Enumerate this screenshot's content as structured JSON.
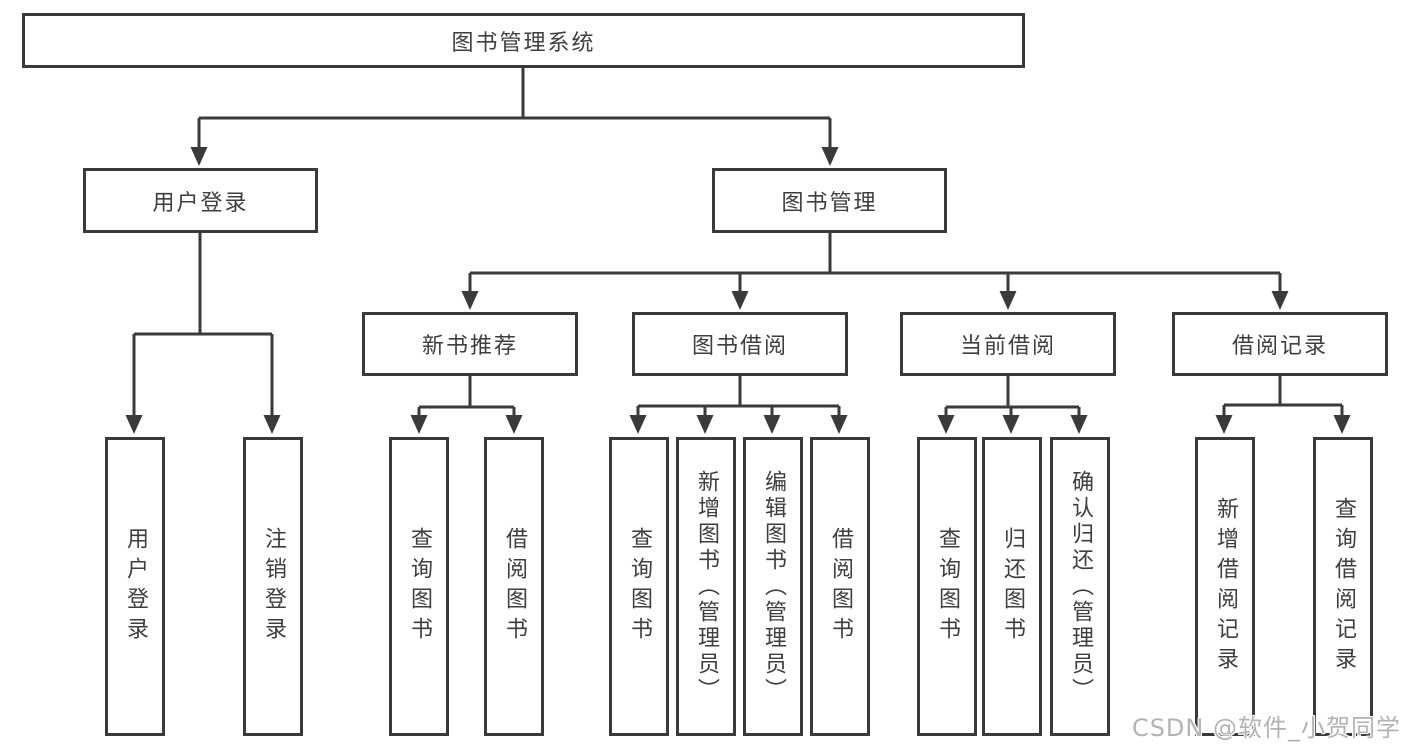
{
  "tree": {
    "label": "图书管理系统",
    "children": [
      {
        "label": "用户登录",
        "children": [
          {
            "label": "用户登录"
          },
          {
            "label": "注销登录"
          }
        ]
      },
      {
        "label": "图书管理",
        "children": [
          {
            "label": "新书推荐",
            "children": [
              {
                "label": "查询图书"
              },
              {
                "label": "借阅图书"
              }
            ]
          },
          {
            "label": "图书借阅",
            "children": [
              {
                "label": "查询图书"
              },
              {
                "label": "新增图书（管理员）"
              },
              {
                "label": "编辑图书（管理员）"
              },
              {
                "label": "借阅图书"
              }
            ]
          },
          {
            "label": "当前借阅",
            "children": [
              {
                "label": "查询图书"
              },
              {
                "label": "归还图书"
              },
              {
                "label": "确认归还（管理员）"
              }
            ]
          },
          {
            "label": "借阅记录",
            "children": [
              {
                "label": "新增借阅记录"
              },
              {
                "label": "查询借阅记录"
              }
            ]
          }
        ]
      }
    ]
  },
  "watermark": {
    "text": "CSDN @软件_小贺同学"
  },
  "colors": {
    "line": "#3a3a3a",
    "text": "#3e3e3e",
    "background": "#ffffff",
    "watermark": "#b3b3b3"
  }
}
